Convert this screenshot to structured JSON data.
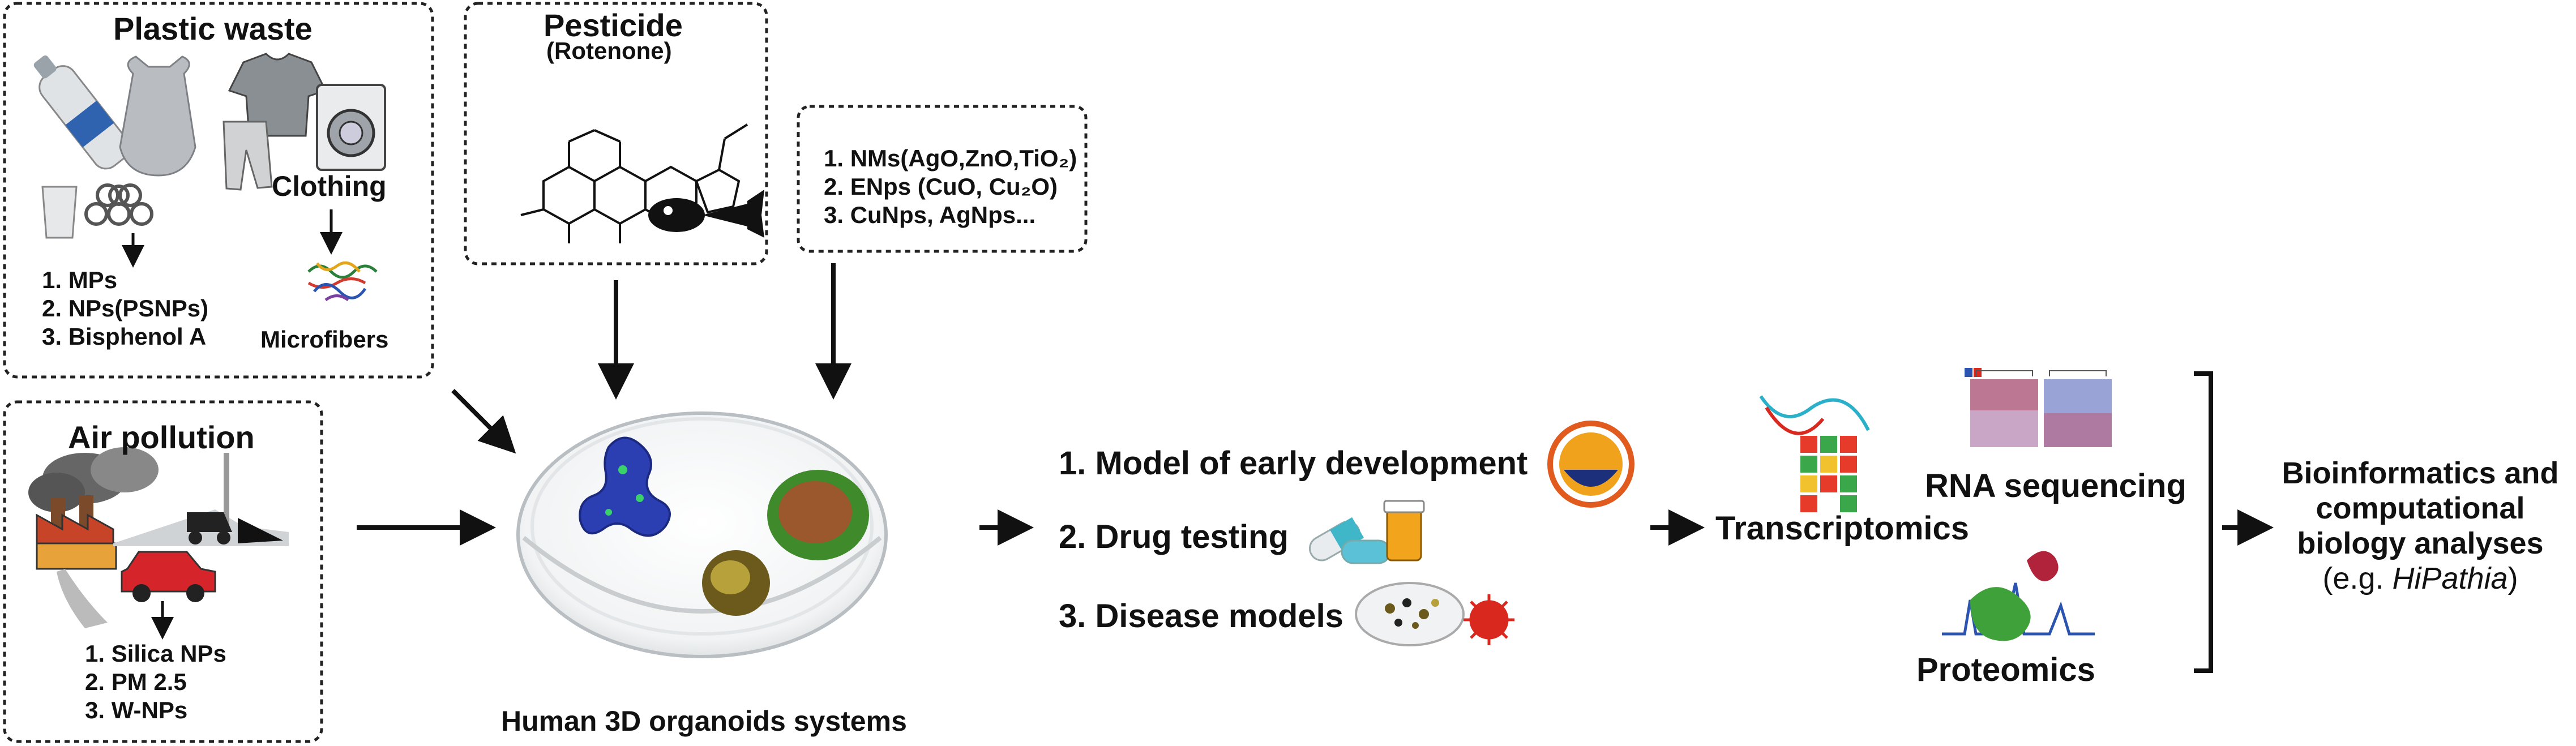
{
  "plastic": {
    "title": "Plastic waste",
    "clothing": "Clothing",
    "microfibers": "Microfibers",
    "items": [
      "1. MPs",
      "2. NPs(PSNPs)",
      "3. Bisphenol A"
    ]
  },
  "pesticide": {
    "title": "Pesticide",
    "subtitle": "(Rotenone)"
  },
  "nanomaterials": {
    "items": [
      "1. NMs(AgO,ZnO,TiO₂)",
      "2. ENps (CuO, Cu₂O)",
      "3. CuNps, AgNps..."
    ]
  },
  "air": {
    "title": "Air pollution",
    "items": [
      "1. Silica NPs",
      "2. PM 2.5",
      "3. W-NPs"
    ]
  },
  "organoids": {
    "caption": "Human 3D organoids systems"
  },
  "applications": {
    "items": [
      "1. Model of early development",
      "2. Drug testing",
      "3. Disease models"
    ]
  },
  "omics": {
    "transcriptomics": "Transcriptomics",
    "rna": "RNA sequencing",
    "proteomics": "Proteomics"
  },
  "bioinfo": {
    "line1": "Bioinformatics and",
    "line2": "computational",
    "line3": "biology analyses",
    "line4_prefix": "(e.g. ",
    "line4_italic": "HiPathia",
    "line4_suffix": ")"
  },
  "colors": {
    "arrow": "#111111",
    "virus": "#d9281e",
    "organoid_blue": "#2b3fb3",
    "organoid_green": "#3f8a2b",
    "organoid_brown": "#6b5a1c",
    "embryo_orange": "#f0a21c"
  }
}
